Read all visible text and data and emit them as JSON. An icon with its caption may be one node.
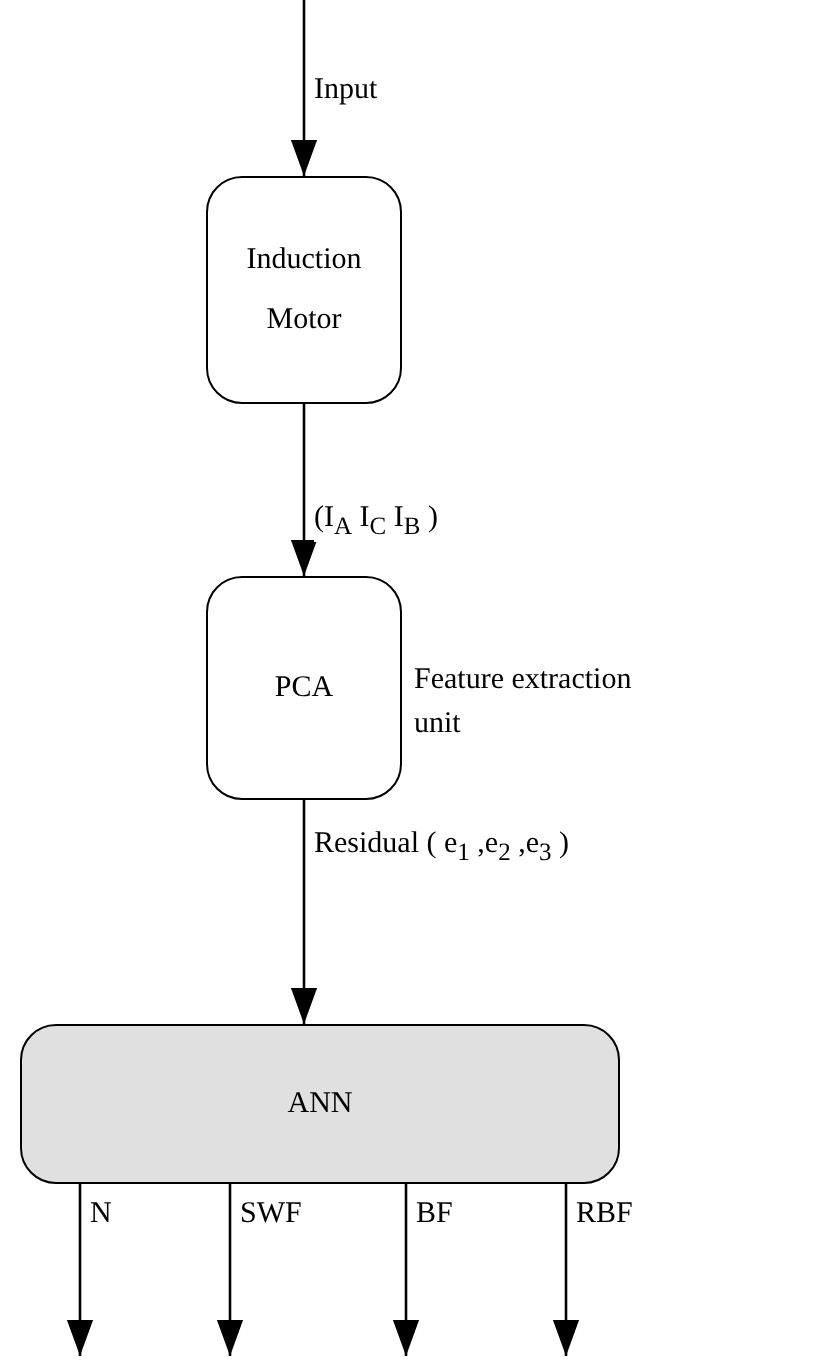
{
  "diagram": {
    "nodes": [
      {
        "text": [
          "Induction Motor"
        ]
      },
      {
        "text": [
          "PCA"
        ],
        "beside": [
          "Feature extraction unit"
        ]
      },
      {
        "text": [
          "ANN"
        ]
      }
    ],
    "edges": [
      {
        "from": null,
        "to": 0,
        "arrow": "to",
        "label": "Input"
      },
      {
        "from": 0,
        "to": 1,
        "arrow": "to",
        "label": "(I$_{A}$ I$_{C}$ I$_{B}$ )"
      },
      {
        "from": 1,
        "to": 2,
        "arrow": "to",
        "label": "Residual ( e$_{1}$ ,e$_{2}$ ,e$_{3}$ )"
      },
      {
        "from": 2,
        "to": null,
        "arrow": "to",
        "label": "N"
      },
      {
        "from": 2,
        "to": null,
        "arrow": "to",
        "label": "SWF"
      },
      {
        "from": 2,
        "to": null,
        "arrow": "to",
        "label": "BF"
      },
      {
        "from": 2,
        "to": null,
        "arrow": "to",
        "label": "RBF"
      }
    ]
  }
}
